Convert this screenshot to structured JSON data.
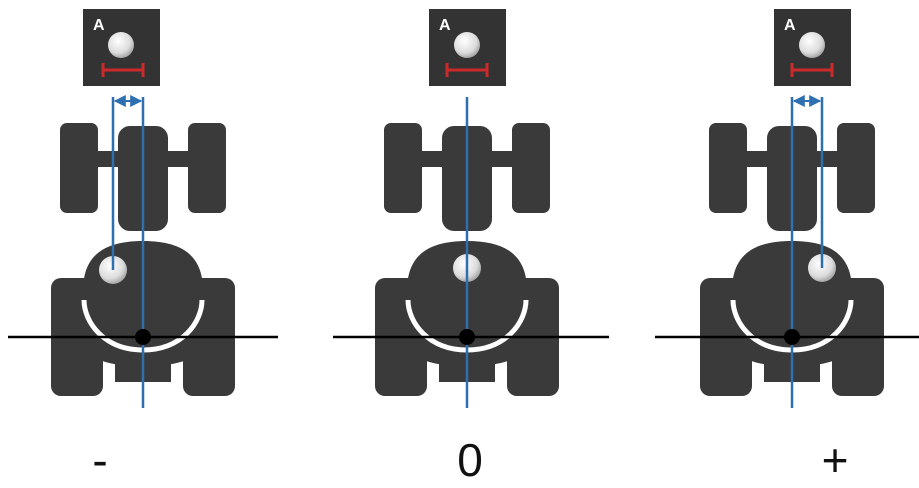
{
  "panels": [
    {
      "icon_label": "A",
      "caption": "-",
      "offset": "negative"
    },
    {
      "icon_label": "A",
      "caption": "0",
      "offset": "zero"
    },
    {
      "icon_label": "A",
      "caption": "+",
      "offset": "positive"
    }
  ],
  "colors": {
    "tractor": "#3a3a3a",
    "icon_background": "#333333",
    "icon_bar": "#cc2a2a",
    "guide_line": "#2e6fb0",
    "axle_line": "#000000",
    "receiver": "#e8e8e8"
  }
}
